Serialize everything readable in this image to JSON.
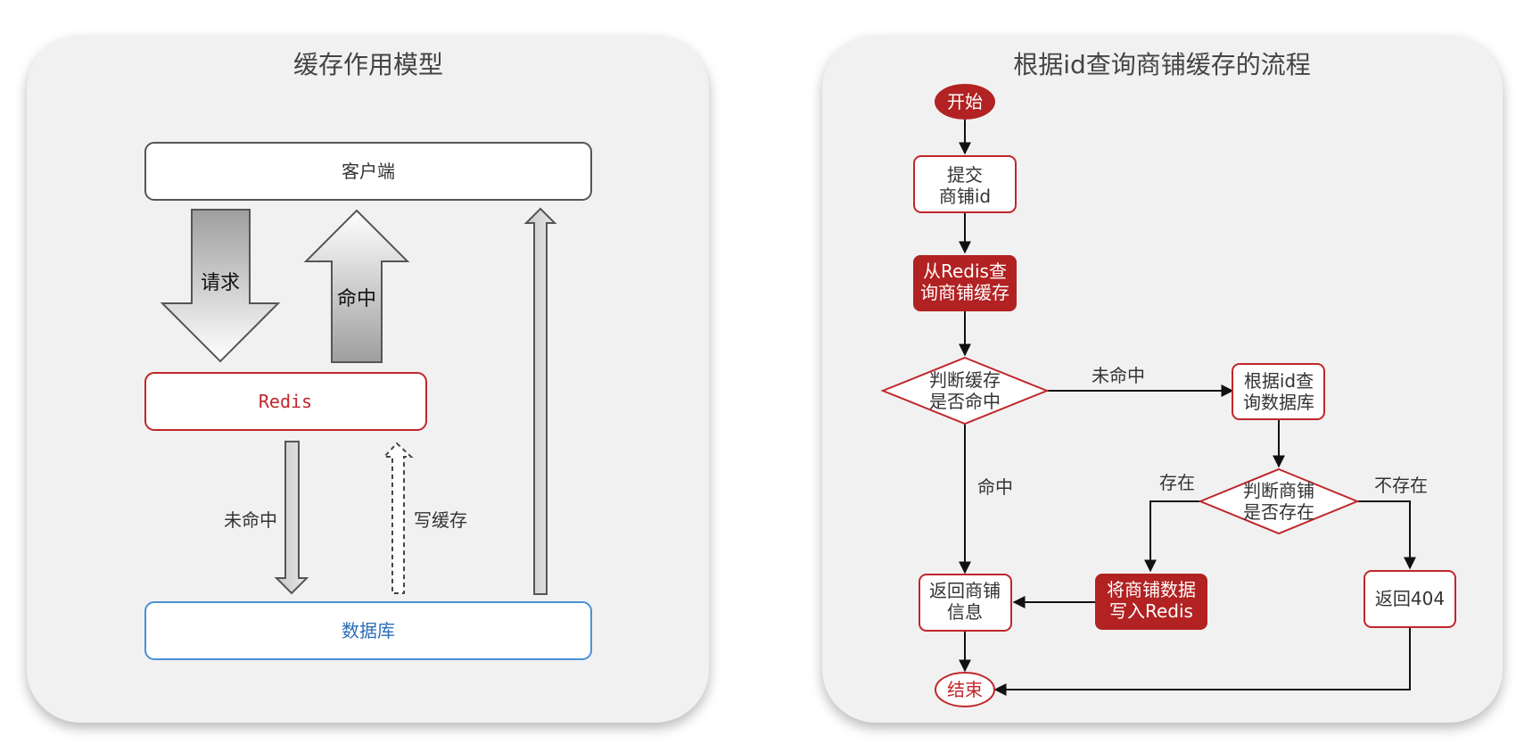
{
  "left": {
    "title": "缓存作用模型",
    "client": "客户端",
    "redis": "Redis",
    "database": "数据库",
    "arrow_request": "请求",
    "arrow_hit": "命中",
    "arrow_miss": "未命中",
    "arrow_write_cache": "写缓存"
  },
  "right": {
    "title": "根据id查询商铺缓存的流程",
    "start": "开始",
    "submit": [
      "提交",
      "商铺id"
    ],
    "query_redis": [
      "从Redis查",
      "询商铺缓存"
    ],
    "check_cache": [
      "判断缓存",
      "是否命中"
    ],
    "label_miss": "未命中",
    "query_db": [
      "根据id查",
      "询数据库"
    ],
    "label_hit": "命中",
    "check_shop": [
      "判断商铺",
      "是否存在"
    ],
    "label_exists": "存在",
    "label_not_exists": "不存在",
    "write_redis": [
      "将商铺数据",
      "写入Redis"
    ],
    "return_404": "返回404",
    "return_info": [
      "返回商铺",
      "信息"
    ],
    "end": "结束"
  },
  "colors": {
    "panel": "#f1f1f1",
    "accent_red": "#b22222",
    "box_border_red": "#c0262a",
    "db_blue": "#4a90d9"
  }
}
